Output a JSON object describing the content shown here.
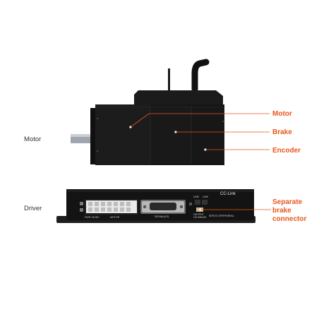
{
  "labels": {
    "motor_side": "Motor",
    "driver_side": "Driver"
  },
  "callouts": {
    "motor": "Motor",
    "brake": "Brake",
    "encoder": "Encoder",
    "separate_brake_line1": "Separate",
    "separate_brake_line2": "brake",
    "separate_brake_line3": "connector"
  },
  "driver_panel": {
    "pwr": "PWR 24VDC",
    "motor": "MOTOR",
    "signal": "SIGNAL(I/O)",
    "link": "LINK",
    "link2": "LINK",
    "cclink": "CC-Link",
    "brake_a": "OUTPUT",
    "brake_b": "CN BRAKE",
    "stat_a": "SERVO",
    "stat_b": "ERR",
    "stat_c": "PWR/AL"
  },
  "colors": {
    "accent": "#e8571e",
    "body": "#141414",
    "text": "#333333"
  }
}
